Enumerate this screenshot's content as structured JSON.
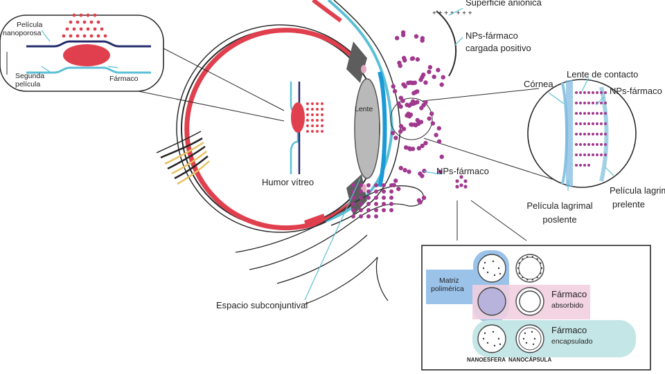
{
  "labels": {
    "superficie_anionica": "Superficie aniónica",
    "nps_farmaco_cargada": [
      "NPs-fármaco",
      "cargada positivo"
    ],
    "pelicula_nanoporosa": [
      "Película",
      "nanoporosa"
    ],
    "segunda_pelicula": [
      "Segunda",
      "película"
    ],
    "farmaco_inset": "Fármaco",
    "lente": "Lente",
    "humor_vitreo": "Humor vítreo",
    "cornea": "Córnea",
    "lente_de_contacto": "Lente de contacto",
    "nps_farmaco_zoom": "NPs-fármaco",
    "nps_farmaco_middle": "NPs-fármaco",
    "pelicula_lagrimal_poslente": [
      "Película lagrimal",
      "poslente"
    ],
    "pelicula_lagrimal_prelente": [
      "Película lagrimal",
      "prelente"
    ],
    "espacio_subconjuntival": "Espacio subconjuntival",
    "matriz_polimerica": [
      "Matriz",
      "polimérica"
    ],
    "farmaco_absorbido": [
      "Fármaco",
      "absorbido"
    ],
    "farmaco_encapsulado": [
      "Fármaco",
      "encapsulado"
    ],
    "nanoesfera": "NANOESFERA",
    "nanocapsula": "NANOCÁPSULA"
  },
  "colors": {
    "red": "#e0404e",
    "navy": "#232b6b",
    "cyan": "#5bbfd6",
    "magenta": "#a0398e",
    "grey": "#8a8a8a",
    "blue_patch": "#9bc3ea",
    "pink_patch": "#f1cfe0",
    "teal_patch": "#c5e6e6"
  }
}
